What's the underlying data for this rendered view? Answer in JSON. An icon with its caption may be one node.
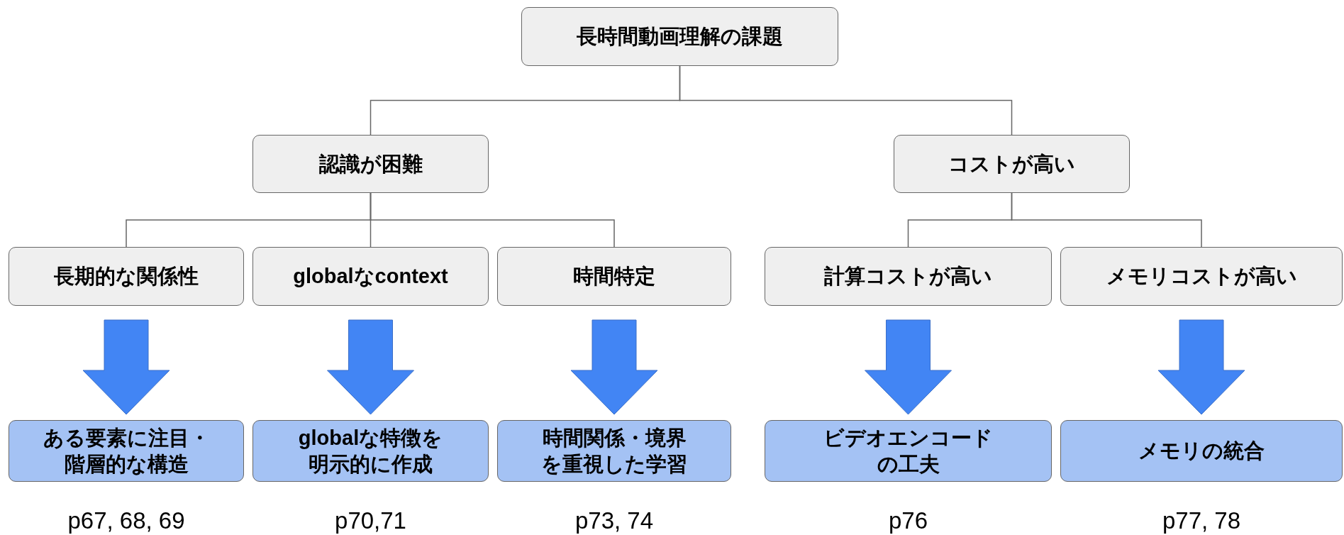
{
  "diagram": {
    "nodes": [
      {
        "text": [
          "長時間動画理解の課題"
        ]
      },
      {
        "text": [
          "認識が困難"
        ]
      },
      {
        "text": [
          "コストが高い"
        ]
      },
      {
        "text": [
          "長期的な関係性"
        ]
      },
      {
        "text": [
          "globalなcontext"
        ]
      },
      {
        "text": [
          "時間特定"
        ]
      },
      {
        "text": [
          "計算コストが高い"
        ]
      },
      {
        "text": [
          "メモリコストが高い"
        ]
      },
      {
        "text": [
          "ある要素に注目・階層的な構造"
        ],
        "beside": [
          "p67, 68, 69"
        ]
      },
      {
        "text": [
          "globalな特徴を明示的に作成"
        ],
        "beside": [
          "p70,71"
        ]
      },
      {
        "text": [
          "時間関係・境界を重視した学習"
        ],
        "beside": [
          "p73, 74"
        ]
      },
      {
        "text": [
          "ビデオエンコードの工夫"
        ],
        "beside": [
          "p76"
        ]
      },
      {
        "text": [
          "メモリの統合"
        ],
        "beside": [
          "p77, 78"
        ]
      }
    ],
    "edges": [
      {
        "from": 0,
        "to": 1,
        "arrow": "none"
      },
      {
        "from": 0,
        "to": 2,
        "arrow": "none"
      },
      {
        "from": 1,
        "to": 3,
        "arrow": "none"
      },
      {
        "from": 1,
        "to": 4,
        "arrow": "none"
      },
      {
        "from": 1,
        "to": 5,
        "arrow": "none"
      },
      {
        "from": 2,
        "to": 6,
        "arrow": "none"
      },
      {
        "from": 2,
        "to": 7,
        "arrow": "none"
      },
      {
        "from": 3,
        "to": 8,
        "arrow": "to",
        "style": "thick",
        "color": "#4285f4"
      },
      {
        "from": 4,
        "to": 9,
        "arrow": "to",
        "style": "thick",
        "color": "#4285f4"
      },
      {
        "from": 5,
        "to": 10,
        "arrow": "to",
        "style": "thick",
        "color": "#4285f4"
      },
      {
        "from": 6,
        "to": 11,
        "arrow": "to",
        "style": "thick",
        "color": "#4285f4"
      },
      {
        "from": 7,
        "to": 12,
        "arrow": "to",
        "style": "thick",
        "color": "#4285f4"
      }
    ]
  }
}
